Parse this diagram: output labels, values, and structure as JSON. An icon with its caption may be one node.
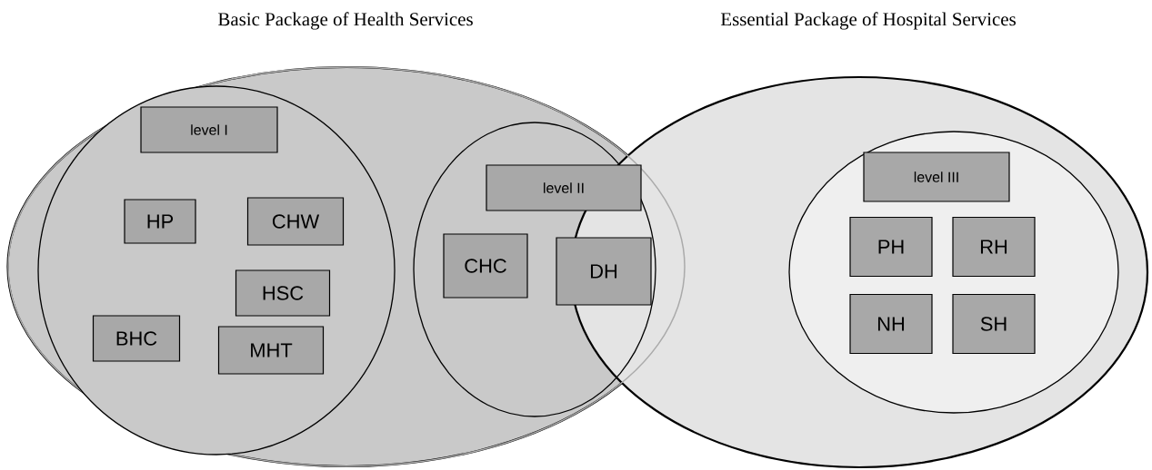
{
  "diagram": {
    "nodes": [
      {
        "text": [
          "Basic Package of Health Services"
        ]
      },
      {
        "text": [
          "Essential Package of Hospital Services"
        ]
      },
      {
        "text": [],
        "shape": "circle",
        "in": 0
      },
      {
        "text": [
          "level I"
        ],
        "in": 2
      },
      {
        "text": [
          "HP"
        ],
        "in": 2
      },
      {
        "text": [
          "CHW"
        ],
        "in": 2
      },
      {
        "text": [
          "HSC"
        ],
        "in": 2
      },
      {
        "text": [
          "BHC"
        ],
        "in": 2
      },
      {
        "text": [
          "MHT"
        ],
        "in": 2
      },
      {
        "text": [],
        "shape": "circle",
        "in": 0
      },
      {
        "text": [
          "level II"
        ],
        "in": 9
      },
      {
        "text": [
          "CHC"
        ],
        "in": 9
      },
      {
        "text": [
          "DH"
        ],
        "in": 9
      },
      {
        "text": [],
        "shape": "circle",
        "in": 1
      },
      {
        "text": [
          "level III"
        ],
        "in": 13
      },
      {
        "text": [
          "PH"
        ],
        "in": 13
      },
      {
        "text": [
          "RH"
        ],
        "in": 13
      },
      {
        "text": [
          "NH"
        ],
        "in": 13
      },
      {
        "text": [
          "SH"
        ],
        "in": 13
      }
    ]
  }
}
